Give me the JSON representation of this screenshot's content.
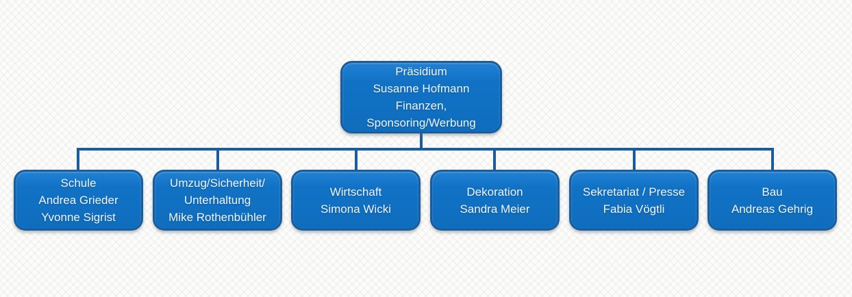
{
  "diagram": {
    "type": "org-chart",
    "root": {
      "text": "Präsidium\nSusanne Hofmann\nFinanzen,\nSponsoring/Werbung"
    },
    "children": [
      {
        "text": "Schule\nAndrea Grieder\nYvonne Sigrist"
      },
      {
        "text": "Umzug/Sicherheit/\nUnterhaltung\nMike Rothenbühler"
      },
      {
        "text": "Wirtschaft\nSimona Wicki"
      },
      {
        "text": "Dekoration\nSandra Meier"
      },
      {
        "text": "Sekretariat / Presse\nFabia Vögtli"
      },
      {
        "text": "Bau\nAndreas Gehrig"
      }
    ],
    "colors": {
      "box_fill": "#1172C5",
      "box_border": "#1B5C9C",
      "connector": "#1B5C9C",
      "text": "#EFF6FB",
      "background": "#FCFCFA"
    }
  }
}
